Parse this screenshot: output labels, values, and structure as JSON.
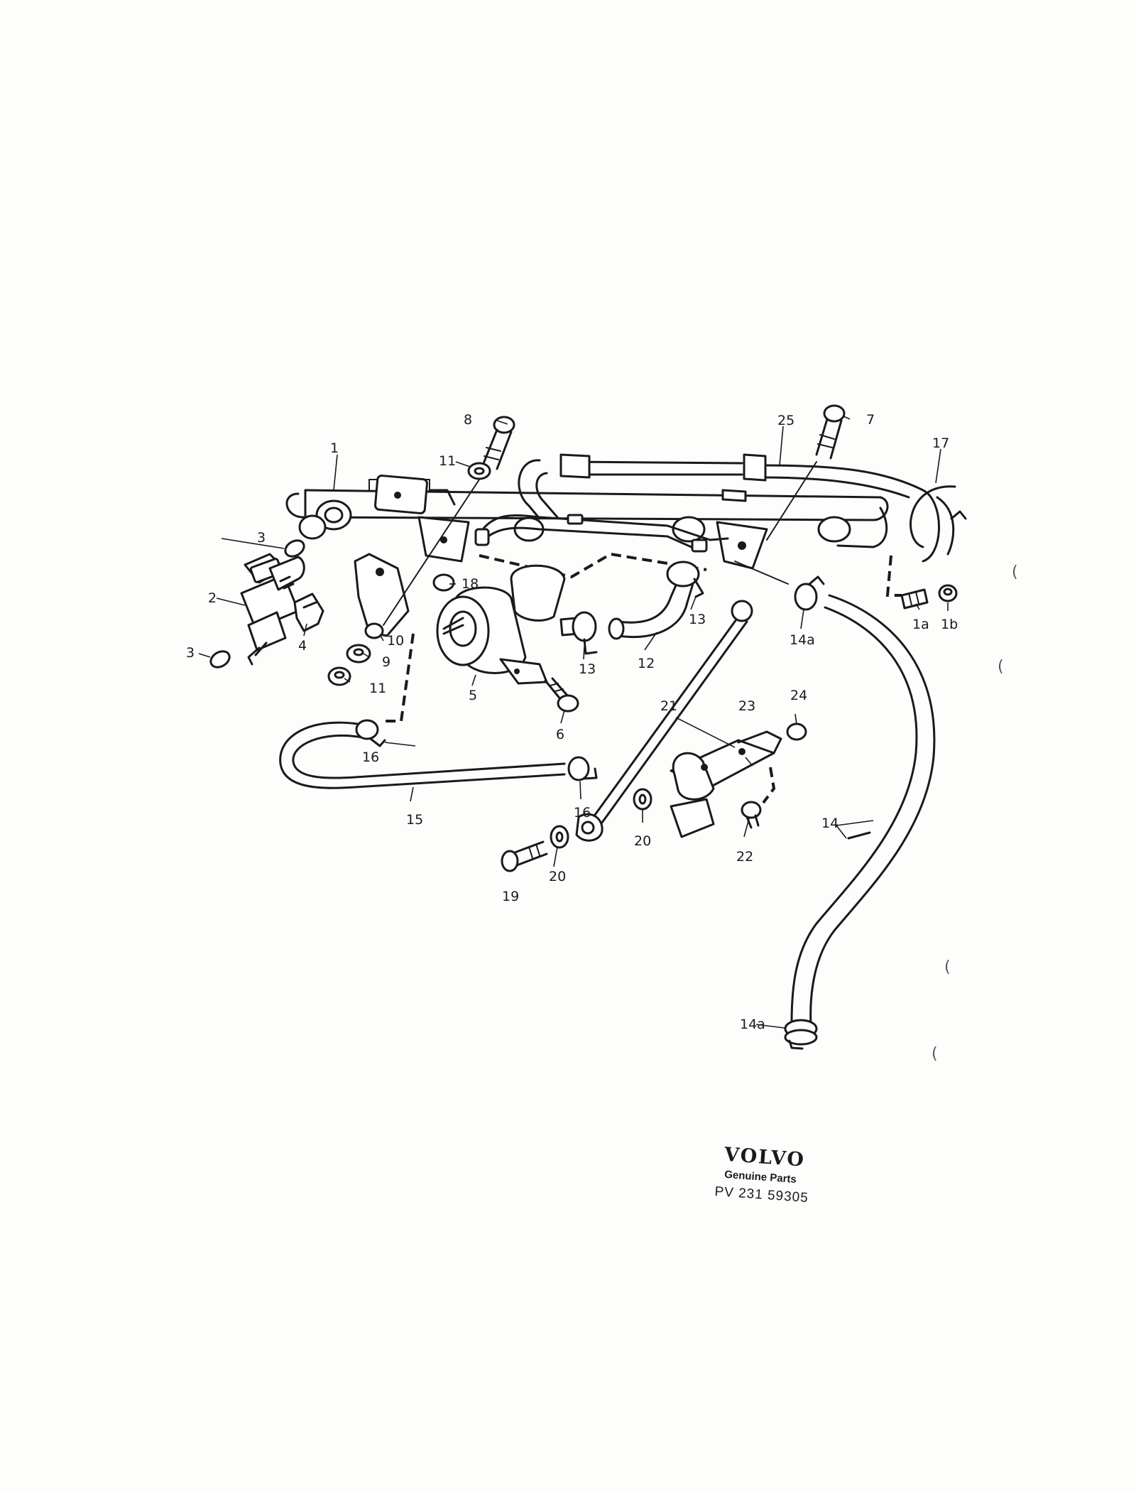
{
  "callouts": {
    "c1": "1",
    "c1a": "1a",
    "c1b": "1b",
    "c2": "2",
    "c3a": "3",
    "c3b": "3",
    "c4": "4",
    "c5": "5",
    "c6": "6",
    "c7": "7",
    "c8": "8",
    "c9": "9",
    "c10": "10",
    "c11a": "11",
    "c11b": "11",
    "c12": "12",
    "c13a": "13",
    "c13b": "13",
    "c14": "14",
    "c14a1": "14a",
    "c14a2": "14a",
    "c15": "15",
    "c16a": "16",
    "c16b": "16",
    "c17": "17",
    "c18": "18",
    "c19": "19",
    "c20a": "20",
    "c20b": "20",
    "c21": "21",
    "c22": "22",
    "c23": "23",
    "c24": "24",
    "c25": "25"
  },
  "stamp": {
    "brand": "VOLVO",
    "subtitle": "Genuine Parts",
    "code": "PV 231 59305"
  },
  "margin_marks": [
    "(",
    "(",
    "(",
    "("
  ]
}
